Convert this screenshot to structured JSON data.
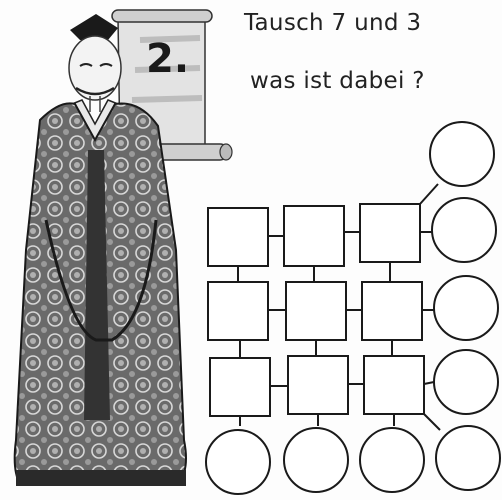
{
  "worksheet": {
    "task_number": "2.",
    "instruction_line1": "Tausch 7 und 3",
    "instruction_line2": "was ist dabei ?"
  },
  "illustration": {
    "subject": "scholar-figure-in-patterned-robe",
    "scroll": "paper-scroll-icon"
  },
  "puzzle": {
    "square_rows": 3,
    "square_cols": 3,
    "right_circles": 5,
    "bottom_circles": 4
  },
  "colors": {
    "ink": "#1a1a1a",
    "paper": "#fdfdfd",
    "scroll_shade": "#d9d9d9",
    "robe": "#555555"
  }
}
